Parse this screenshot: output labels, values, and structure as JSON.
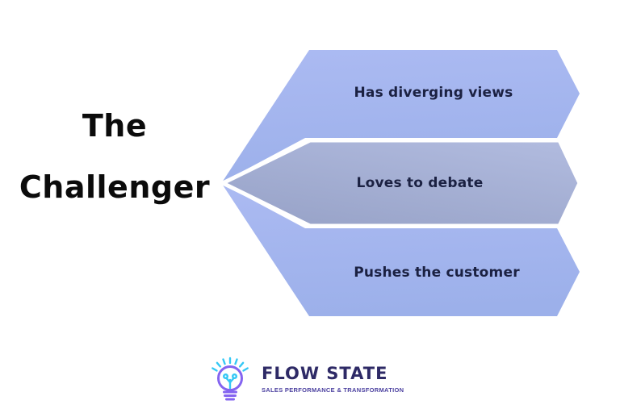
{
  "title": {
    "line1": "The",
    "line2": "Challenger"
  },
  "bands": [
    {
      "label": "Has diverging views"
    },
    {
      "label": "Loves to debate"
    },
    {
      "label": "Pushes the customer"
    }
  ],
  "colors": {
    "band_light_top": "#abbaf2",
    "band_light_bottom": "#9cb0ea",
    "band_gray_top": "#b0bade",
    "band_gray_bottom": "#98a3c8",
    "band_text": "#1b2142",
    "title_text": "#0b0b0b",
    "gap_white": "#ffffff"
  },
  "footer": {
    "brand": "FLOW STATE",
    "tagline": "SALES PERFORMANCE & TRANSFORMATION",
    "brand_color": "#2e2a66",
    "tagline_color": "#4a3f9f",
    "bulb_color": "#8464f0",
    "spark_color": "#35c8f5"
  }
}
